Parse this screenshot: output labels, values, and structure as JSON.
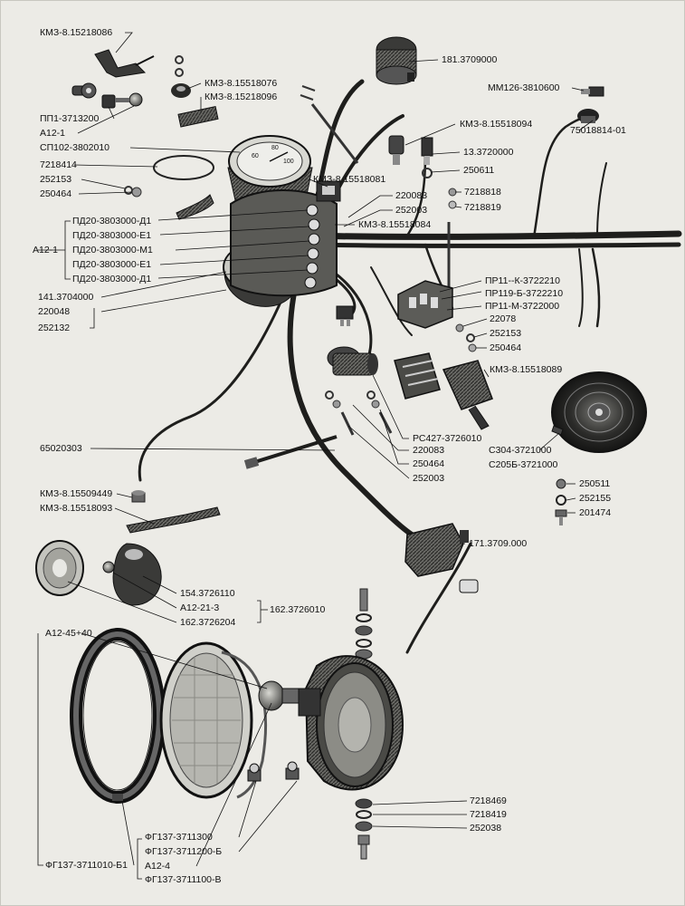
{
  "labels": {
    "l01": "КМЗ-8.15218086",
    "l02": "181.3709000",
    "l03": "КМЗ-8.15518076",
    "l04": "КМЗ-8.15218096",
    "l05": "ММ126-3810600",
    "l06": "ПП1-3713200",
    "l07": "А12-1",
    "l08": "КМЗ-8.15518094",
    "l09": "75018814-01",
    "l10": "СП102-3802010",
    "l11": "13.3720000",
    "l12": "7218414",
    "l13": "250611",
    "l14": "252153",
    "l15": "КМЗ-8.15518081",
    "l16": "250464",
    "l17": "220083",
    "l18": "7218818",
    "l19": "252003",
    "l20": "7218819",
    "l21": "ПД20-3803000-Д1",
    "l22": "КМЗ-8.15518084",
    "l23": "ПД20-3803000-Е1",
    "l24": "А12-1",
    "l25": "ПД20-3803000-М1",
    "l26": "ПД20-3803000-Е1",
    "l27": "ПД20-3803000-Д1",
    "l28": "ПР11--К-3722210",
    "l29": "ПР119-Б-3722210",
    "l30": "141.3704000",
    "l31": "ПР11-М-3722000",
    "l32": "220048",
    "l33": "252132",
    "l34": "22078",
    "l35": "252153",
    "l36": "250464",
    "l37": "КМЗ-8.15518089",
    "l38": "РС427-3726010",
    "l39": "220083",
    "l40": "65020303",
    "l41": "С304-3721000",
    "l42": "250464",
    "l43": "С205Б-3721000",
    "l44": "252003",
    "l45": "250511",
    "l46": "КМЗ-8.15509449",
    "l47": "252155",
    "l48": "КМЗ-8.15518093",
    "l49": "201474",
    "l50": "171.3709.000",
    "l51": "154.3726110",
    "l52": "А12-21-3",
    "l53": "162.3726010",
    "l54": "162.3726204",
    "l55": "А12-45+40",
    "l56": "7218469",
    "l57": "7218419",
    "l58": "252038",
    "l59": "ФГ137-3711300",
    "l60": "ФГ137-3711200-Б",
    "l61": "ФГ137-3711010-Б1",
    "l62": "А12-4",
    "l63": "ФГ137-3711100-В"
  }
}
